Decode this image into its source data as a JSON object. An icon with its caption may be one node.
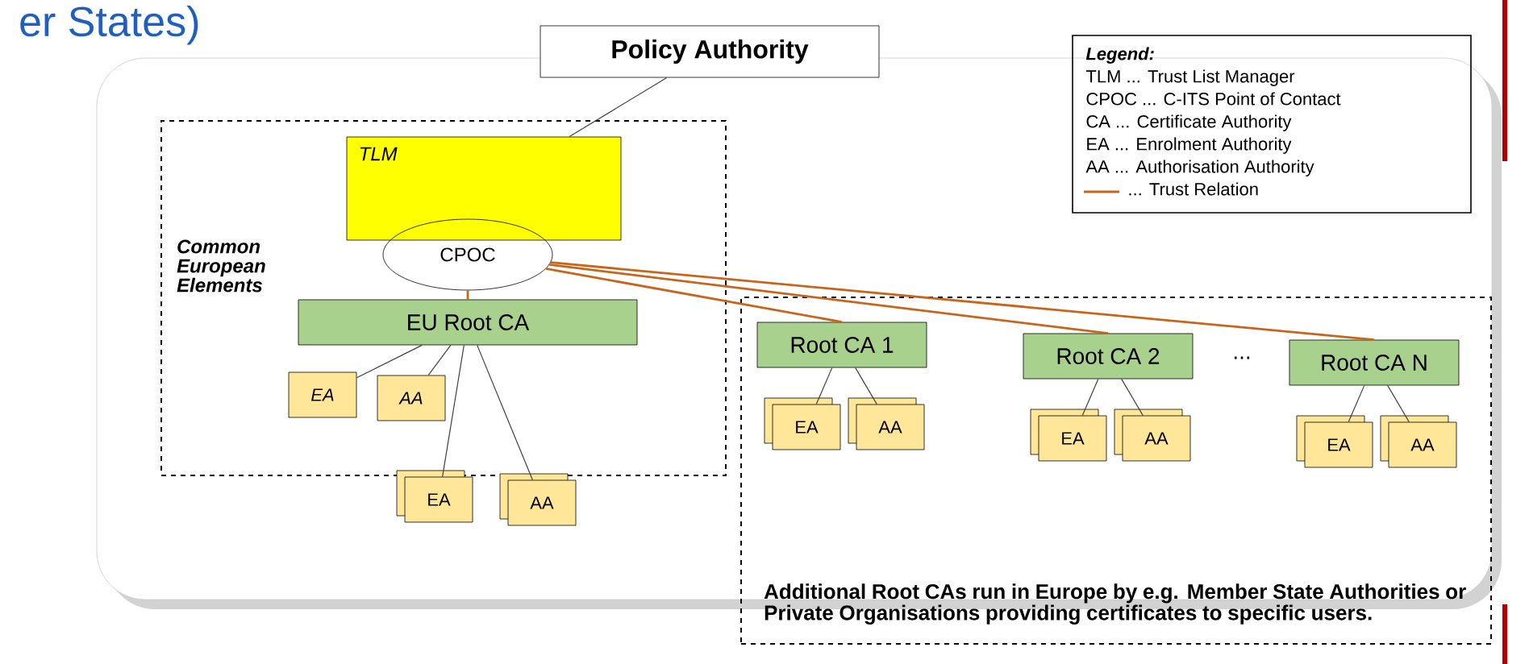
{
  "diagram": {
    "nodes": [
      {
        "text": [
          "Policy Authority"
        ]
      },
      {
        "text": [
          "Common European Elements"
        ]
      },
      {
        "text": [
          "TLM"
        ],
        "in": 1
      },
      {
        "text": [
          "CPOC"
        ],
        "in": 1
      },
      {
        "text": [
          "EU Root CA"
        ],
        "in": 1
      },
      {
        "text": [
          "EA"
        ],
        "in": 1
      },
      {
        "text": [
          "AA"
        ],
        "in": 1
      },
      {
        "text": [
          "EA"
        ]
      },
      {
        "text": [
          "AA"
        ]
      },
      {
        "text": [
          "Additional Root CAs run in Europe by e.g. Member State Authorities or Private Organisations providing certificates to specific users."
        ]
      },
      {
        "text": [
          "Root CA 1"
        ],
        "in": 9
      },
      {
        "text": [
          "EA"
        ],
        "in": 9
      },
      {
        "text": [
          "AA"
        ],
        "in": 9
      },
      {
        "text": [
          "Root CA 2"
        ],
        "in": 9
      },
      {
        "text": [
          "EA"
        ],
        "in": 9
      },
      {
        "text": [
          "AA"
        ],
        "in": 9
      },
      {
        "text": [
          "Root CA N"
        ],
        "in": 9
      },
      {
        "text": [
          "EA"
        ],
        "in": 9
      },
      {
        "text": [
          "AA"
        ],
        "in": 9
      }
    ],
    "edges": [
      {
        "from": 0,
        "to": 2,
        "arrow": "none"
      },
      {
        "from": 3,
        "to": 4,
        "arrow": "none",
        "color": "#c8651b"
      },
      {
        "from": 3,
        "to": 10,
        "arrow": "none",
        "color": "#c8651b"
      },
      {
        "from": 3,
        "to": 13,
        "arrow": "none",
        "color": "#c8651b"
      },
      {
        "from": 3,
        "to": 16,
        "arrow": "none",
        "color": "#c8651b"
      },
      {
        "from": 4,
        "to": 5,
        "arrow": "none"
      },
      {
        "from": 4,
        "to": 6,
        "arrow": "none"
      },
      {
        "from": 4,
        "to": 7,
        "arrow": "none"
      },
      {
        "from": 4,
        "to": 8,
        "arrow": "none"
      },
      {
        "from": 10,
        "to": 11,
        "arrow": "none"
      },
      {
        "from": 10,
        "to": 12,
        "arrow": "none"
      },
      {
        "from": 13,
        "to": 14,
        "arrow": "none"
      },
      {
        "from": 13,
        "to": 15,
        "arrow": "none"
      },
      {
        "from": 16,
        "to": 17,
        "arrow": "none"
      },
      {
        "from": 16,
        "to": 18,
        "arrow": "none"
      }
    ],
    "labels": [
      "er States)",
      "Legend:",
      "TLM ... Trust List Manager",
      "CPOC ... C-ITS Point of Contact",
      "CA ... Certificate Authority",
      "EA ... Enrolment Authority",
      "AA ... Authorisation Authority",
      "..."
    ],
    "legend": [
      {
        "text": "... Trust Relation"
      }
    ]
  }
}
